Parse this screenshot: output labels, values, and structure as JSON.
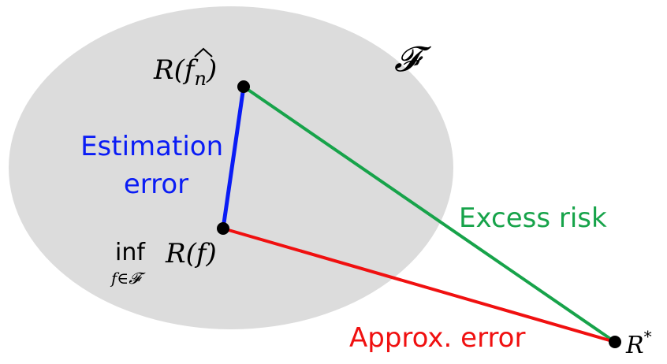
{
  "diagram": {
    "set_symbol": "𝓕",
    "points": {
      "f_hat": {
        "label_pre": "R(",
        "label_hat_f": "f",
        "label_sub": "n",
        "label_post": ")"
      },
      "inf": {
        "inf_word": "inf",
        "inf_sub": "f∈𝓕",
        "label": "R(f)"
      },
      "r_star": {
        "label_base": "R",
        "label_sup": "*"
      }
    },
    "edges": {
      "estimation": {
        "line1": "Estimation",
        "line2": "error",
        "color": "#0a1cf5"
      },
      "excess": {
        "label": "Excess risk",
        "color": "#17a34a"
      },
      "approx": {
        "label": "Approx. error",
        "color": "#f01010"
      }
    },
    "colors": {
      "set_fill": "#dcdcdc",
      "point": "#000000"
    }
  }
}
